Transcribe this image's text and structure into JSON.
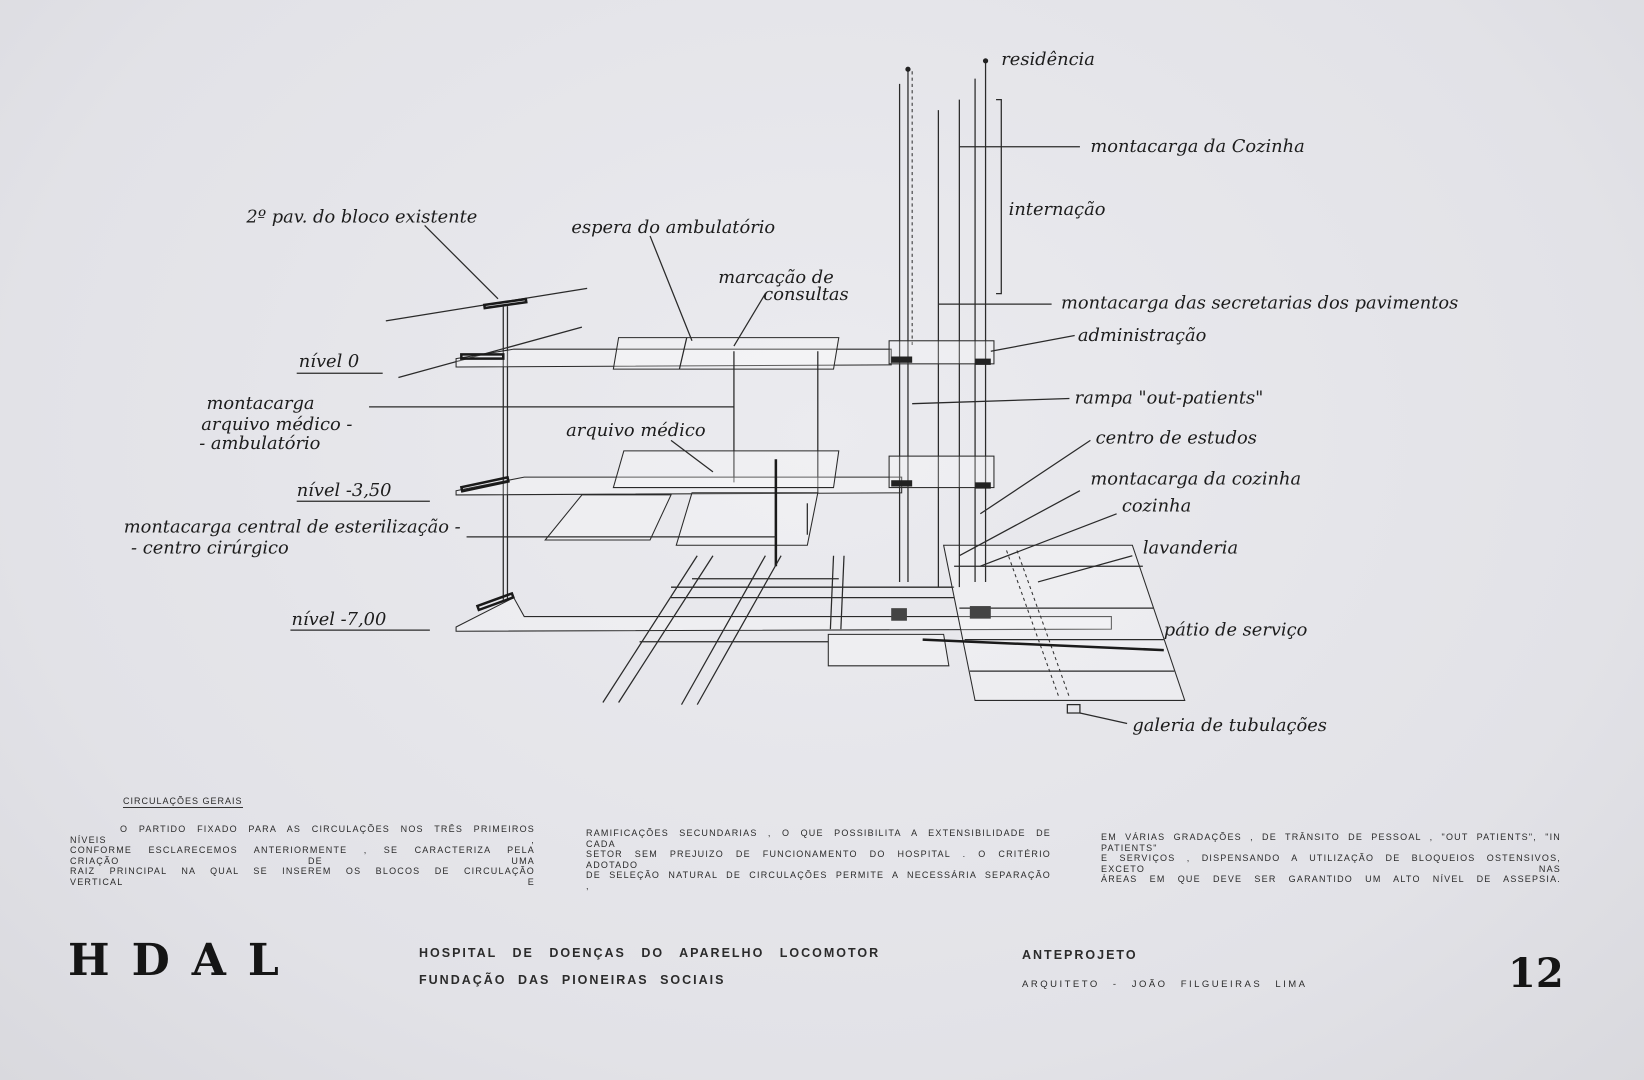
{
  "diagram": {
    "labels": {
      "residencia": "residência",
      "montacarga_cozinha_top": "montacarga da Cozinha",
      "internacao": "internação",
      "pav_bloco_existente": "2º pav. do bloco existente",
      "espera_ambulatorio": "espera do ambulatório",
      "marcacao_1": "marcação de",
      "marcacao_2": "consultas",
      "montacarga_secretarias": "montacarga das secretarias dos pavimentos",
      "administracao": "administração",
      "nivel_0": "nível 0",
      "montacarga_arquivo_1": "montacarga",
      "montacarga_arquivo_2": "arquivo médico -",
      "montacarga_arquivo_3": "- ambulatório",
      "rampa": "rampa \"out-patients\"",
      "arquivo_medico": "arquivo médico",
      "centro_estudos": "centro de estudos",
      "montacarga_cozinha": "montacarga da cozinha",
      "nivel_350": "nível -3,50",
      "cozinha": "cozinha",
      "esterilizacao_1": "montacarga central de esterilização -",
      "esterilizacao_2": "- centro cirúrgico",
      "lavanderia": "lavanderia",
      "nivel_700": "nível -7,00",
      "patio_servico": "pátio de serviço",
      "galeria": "galeria de tubulações"
    }
  },
  "notes": {
    "heading": "CIRCULAÇÕES GERAIS",
    "col1": [
      "O PARTIDO FIXADO PARA AS CIRCULAÇÕES NOS TRÊS PRIMEIROS NÍVEIS ,",
      "CONFORME ESCLARECEMOS ANTERIORMENTE , SE CARACTERIZA PELA CRIAÇÃO DE UMA",
      "RAIZ PRINCIPAL NA QUAL SE INSEREM OS BLOCOS DE CIRCULAÇÃO VERTICAL E"
    ],
    "col2": [
      "RAMIFICAÇÕES SECUNDARIAS , O QUE POSSIBILITA A EXTENSIBILIDADE DE CADA",
      "SETOR SEM PREJUIZO DE FUNCIONAMENTO DO HOSPITAL . O CRITÉRIO ADOTADO",
      "DE SELEÇÃO NATURAL DE CIRCULAÇÕES PERMITE A NECESSÁRIA SEPARAÇÃO ,"
    ],
    "col3": [
      "EM VÁRIAS GRADAÇÕES , DE TRÂNSITO DE PESSOAL , \"OUT PATIENTS\", \"IN PATIENTS\"",
      "E SERVIÇOS , DISPENSANDO A UTILIZAÇÃO DE BLOQUEIOS OSTENSIVOS, EXCETO NAS",
      "ÁREAS EM QUE DEVE SER GARANTIDO UM ALTO NÍVEL DE ASSEPSIA."
    ]
  },
  "title_block": {
    "logo": "HDAL",
    "project": "HOSPITAL DE DOENÇAS DO APARELHO LOCOMOTOR",
    "client": "FUNDAÇÃO DAS PIONEIRAS SOCIAIS",
    "phase": "ANTEPROJETO",
    "architect": "ARQUITETO - JOÃO FILGUEIRAS LIMA",
    "sheet_number": "12"
  }
}
